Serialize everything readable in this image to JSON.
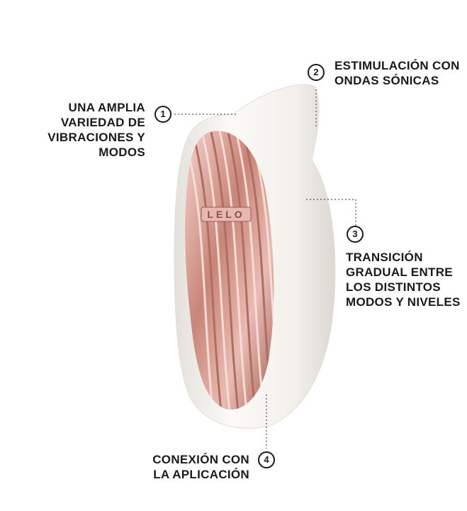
{
  "features": [
    {
      "number": "1",
      "lines": [
        "UNA AMPLIA",
        "VARIEDAD DE",
        "VIBRACIONES Y",
        "MODOS"
      ]
    },
    {
      "number": "2",
      "lines": [
        "ESTIMULACIÓN CON",
        "ONDAS SÓNICAS"
      ]
    },
    {
      "number": "3",
      "lines": [
        "TRANSICIÓN",
        "GRADUAL ENTRE",
        "LOS DISTINTOS",
        "MODOS Y NIVELES"
      ]
    },
    {
      "number": "4",
      "lines": [
        "CONEXIÓN CON",
        "LA APLICACIÓN"
      ]
    }
  ],
  "product": {
    "brand_mark": "LELO",
    "body_color": "#f4f1ec",
    "panel_color": "#d9a39a"
  },
  "colors": {
    "text": "#1a1a1a",
    "leader_line": "#555555"
  }
}
